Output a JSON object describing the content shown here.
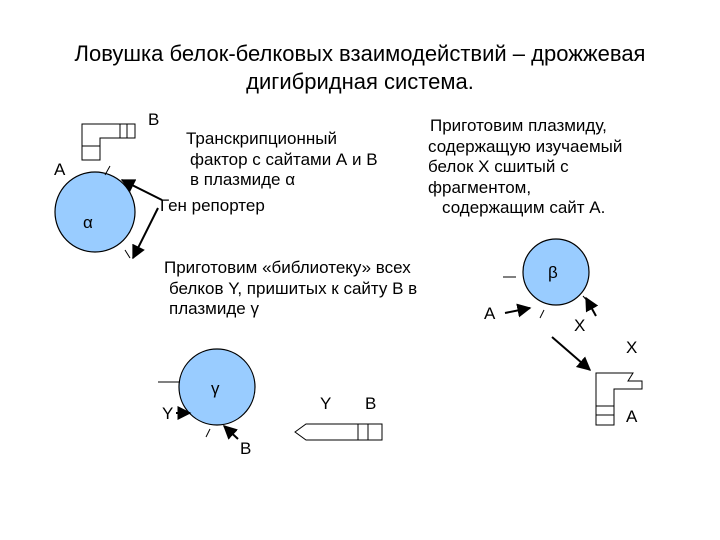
{
  "title_line1": "Ловушка белок-белковых взаимодействий – дрожжевая",
  "title_line2": "дигибридная система.",
  "plasmid_a": {
    "site_b": "B",
    "site_a": "A",
    "alpha": "α",
    "text_lines": [
      "Транскрипционный",
      "фактор с сайтами А и В",
      "в плазмиде α"
    ],
    "reporter": "Ген репортер"
  },
  "plasmid_b": {
    "text_lines": [
      "Приготовим плазмиду,",
      "содержащую изучаемый",
      "белок X сшитый с",
      "фрагментом,",
      "содержащим сайт А."
    ],
    "beta": "β",
    "site_a": "A",
    "protein_x": "X",
    "product_x": "X",
    "product_a": "A"
  },
  "library": {
    "text_lines": [
      "Приготовим «библиотеку» всех",
      "белков Y, пришитых к сайту B в",
      "плазмиде γ"
    ],
    "gamma": "γ",
    "y_left": "Y",
    "site_b": "B",
    "product_y": "Y",
    "product_b": "B"
  }
}
